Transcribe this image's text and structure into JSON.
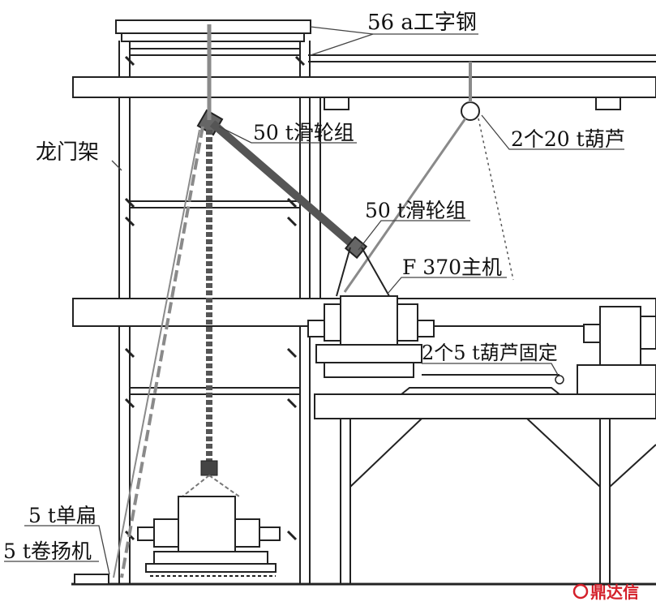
{
  "labels": {
    "i_beam": "56 a工字钢",
    "pulley_top": "50 t滑轮组",
    "hoist_20t": "2个20 t葫芦",
    "gantry": "龙门架",
    "pulley_mid": "50 t滑轮组",
    "main_unit": "F 370主机",
    "hoist_5t": "2个5 t葫芦固定",
    "single_pulley": "5 t单扁",
    "winch": "5 t卷扬机"
  },
  "watermark": {
    "text": "鼎达信",
    "color": "#d4202a"
  },
  "colors": {
    "line": "#222222",
    "rope": "#8a8a8a",
    "beam_fill": "#ffffff"
  }
}
